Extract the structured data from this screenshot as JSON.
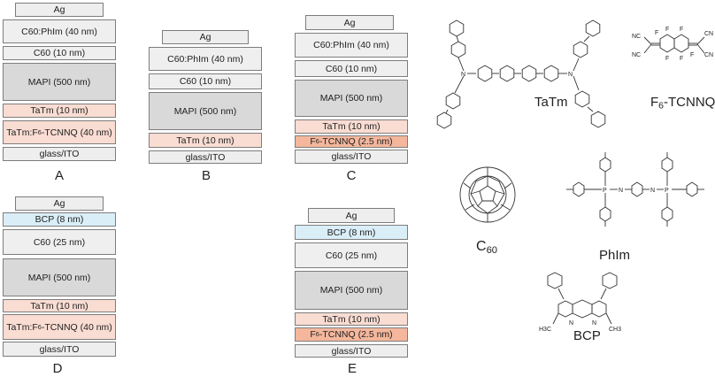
{
  "panels": {
    "A": {
      "label": "A",
      "layers": [
        "Ag",
        "C60:PhIm (40 nm)",
        "C60 (10 nm)",
        "MAPI (500 nm)",
        "TaTm (10 nm)",
        "glass/ITO"
      ],
      "dopant_layer": {
        "prefix": "TaTm:F",
        "sub": "6",
        "suffix": "-TCNNQ (40 nm)"
      }
    },
    "B": {
      "label": "B",
      "layers": [
        "Ag",
        "C60:PhIm (40 nm)",
        "C60 (10 nm)",
        "MAPI (500 nm)",
        "TaTm (10 nm)",
        "glass/ITO"
      ]
    },
    "C": {
      "label": "C",
      "layers": [
        "Ag",
        "C60:PhIm (40 nm)",
        "C60 (10 nm)",
        "MAPI (500 nm)",
        "TaTm (10 nm)",
        "glass/ITO"
      ],
      "dopant_layer": {
        "prefix": "F",
        "sub": "6",
        "suffix": "-TCNNQ (2.5 nm)"
      }
    },
    "D": {
      "label": "D",
      "layers": [
        "Ag",
        "BCP (8 nm)",
        "C60 (25 nm)",
        "MAPI (500 nm)",
        "TaTm (10 nm)",
        "glass/ITO"
      ],
      "dopant_layer": {
        "prefix": "TaTm:F",
        "sub": "6",
        "suffix": "-TCNNQ (40 nm)"
      }
    },
    "E": {
      "label": "E",
      "layers": [
        "Ag",
        "BCP (8 nm)",
        "C60 (25 nm)",
        "MAPI (500 nm)",
        "TaTm (10 nm)",
        "glass/ITO"
      ],
      "dopant_layer": {
        "prefix": "F",
        "sub": "6",
        "suffix": "-TCNNQ (2.5 nm)"
      }
    }
  },
  "molecules": {
    "tatm": {
      "name": "TaTm"
    },
    "f6tcnnq": {
      "prefix": "F",
      "sub": "6",
      "suffix": "-TCNNQ"
    },
    "c60": {
      "prefix": "C",
      "sub": "60"
    },
    "phim": {
      "name": "PhIm"
    },
    "bcp": {
      "name": "BCP"
    }
  },
  "atoms": {
    "n": "N",
    "p": "P",
    "f": "F",
    "cn": "CN",
    "nc": "NC",
    "h3c": "H3C",
    "ch3": "CH3"
  },
  "colors": {
    "ag": "#eeeeee",
    "c60": "#efefef",
    "mapi": "#d9d9d9",
    "tatm": "#f9dcd2",
    "f6tcnnq": "#f4b79c",
    "bcp": "#daeef8",
    "glass": "#eeeeee"
  }
}
